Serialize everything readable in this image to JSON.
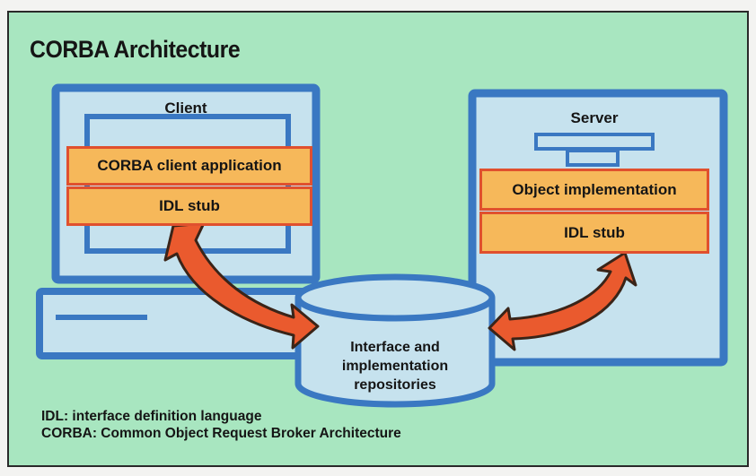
{
  "diagram": {
    "title": "CORBA Architecture",
    "client": {
      "label": "Client",
      "layers": [
        "CORBA client application",
        "IDL stub"
      ]
    },
    "server": {
      "label": "Server",
      "layers": [
        "Object implementation",
        "IDL stub"
      ]
    },
    "repository": {
      "lines": [
        "Interface and",
        "implementation",
        "repositories"
      ]
    },
    "legend": [
      "IDL: interface definition language",
      "CORBA: Common Object Request Broker Architecture"
    ],
    "colors": {
      "background": "#a8e6c0",
      "device_fill": "#c6e2ee",
      "device_outline": "#3a78c2",
      "layer_fill": "#f6b85a",
      "layer_border": "#e0502e",
      "arrow_fill": "#ea5a2e",
      "arrow_outline": "#3a2418"
    }
  }
}
